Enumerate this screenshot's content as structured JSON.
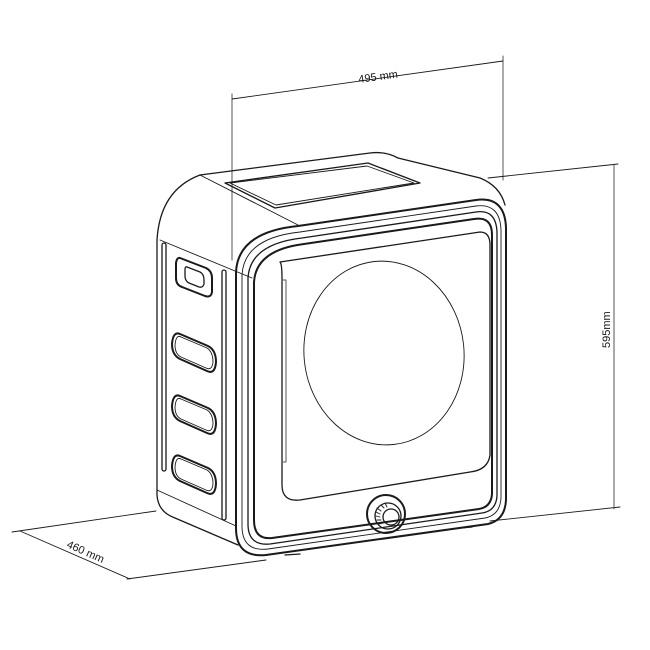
{
  "diagram": {
    "subject": "Compact tumble dryer dimension drawing",
    "dimensions": {
      "width": {
        "value": 495,
        "unit": "mm",
        "label": "495 mm"
      },
      "height": {
        "value": 595,
        "unit": "mm",
        "label": "595mm"
      },
      "depth": {
        "value": 460,
        "unit": "mm",
        "label": "460 mm"
      }
    },
    "parts": {
      "front_door": "circular-door",
      "control_knob": "program-knob",
      "side_vents": [
        "vent-slot-1",
        "vent-slot-2",
        "vent-slot-3"
      ],
      "side_handle": "recessed-handle",
      "top_panel": "top-lid"
    },
    "colors": {
      "line": "#1a1a1a",
      "background": "#ffffff",
      "dimension_line": "#555555"
    }
  }
}
